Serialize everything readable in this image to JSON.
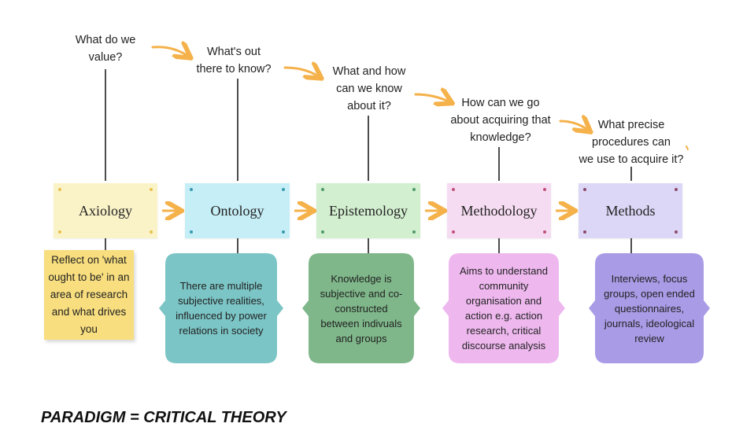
{
  "questions": [
    {
      "line1": "What do we",
      "line2": "value?"
    },
    {
      "line1": "What's out",
      "line2": "there to know?"
    },
    {
      "line1": "What and how",
      "line2": "can we know",
      "line3": "about it?"
    },
    {
      "line1": "How can we go",
      "line2": "about acquiring that",
      "line3": "knowledge?"
    },
    {
      "line1": "What precise",
      "line2": "procedures can",
      "line3": "we use to acquire it?"
    }
  ],
  "cards": [
    {
      "label": "Axiology",
      "color": "#fbf3c8"
    },
    {
      "label": "Ontology",
      "color": "#c6eef6"
    },
    {
      "label": "Epistemology",
      "color": "#d2efcf"
    },
    {
      "label": "Methodology",
      "color": "#f6dcf2"
    },
    {
      "label": "Methods",
      "color": "#dcd7f7"
    }
  ],
  "descriptions": [
    {
      "text": "Reflect on 'what ought to be' in an area of research and what drives you",
      "color": "#f8de7e"
    },
    {
      "text": "There are multiple subjective realities, influenced by power relations in society",
      "color": "#7cc5c6"
    },
    {
      "text": "Knowledge is subjective and co-constructed between indivuals and groups",
      "color": "#7fb78a"
    },
    {
      "text": "Aims to understand community organisation and action e.g. action research, critical discourse analysis",
      "color": "#eeb8ef"
    },
    {
      "text": "Interviews, focus groups, open ended questionnaires, journals, ideological review",
      "color": "#a99be6"
    }
  ],
  "accent_colors": {
    "arrow": "#f5b14a",
    "line": "#111111"
  },
  "icons": {
    "arrow": "curved-arrow-icon",
    "connector": "right-arrow-icon"
  },
  "footer": {
    "paradigm": "PARADIGM = CRITICAL THEORY"
  }
}
